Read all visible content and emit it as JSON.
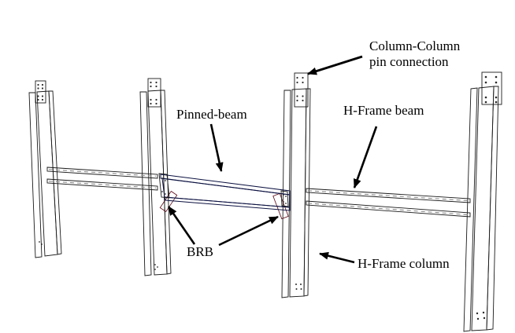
{
  "labels": {
    "pin_connection_line1": "Column-Column",
    "pin_connection_line2": "pin connection",
    "pinned_beam": "Pinned-beam",
    "h_frame_beam": "H-Frame beam",
    "brb": "BRB",
    "h_frame_column": "H-Frame column"
  },
  "colors": {
    "background": "#ffffff",
    "pinned_beam_web": "#6f9ae8",
    "pinned_beam_top_flange": "#30409a",
    "pinned_beam_bottom_flange": "#1c2a6e",
    "brb": "#a8111f",
    "column_face": "#d8d8d8",
    "column_side": "#a8a8a8",
    "column_flange_light": "#f4f4f4",
    "frame_beam": "#e4e4e4",
    "end_plate": "#f7f7f7",
    "bolt": "#2b2b2b",
    "arrow": "#000000",
    "text": "#000000"
  }
}
